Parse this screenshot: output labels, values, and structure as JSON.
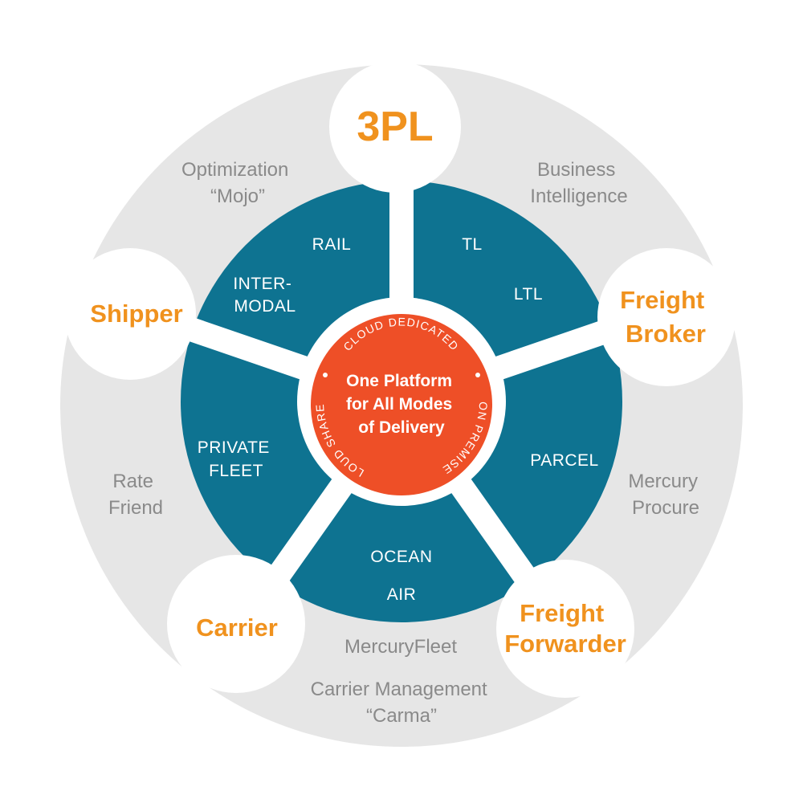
{
  "colors": {
    "outer_ring": "#E6E6E6",
    "segment": "#0E7391",
    "center": "#EE4F27",
    "node_label": "#F0921E",
    "product_text": "#8A8A8A",
    "white": "#FFFFFF"
  },
  "center": {
    "title_lines": [
      "One Platform",
      "for All Modes",
      "of Delivery"
    ],
    "ring_top": "CLOUD DEDICATED",
    "ring_right": "ON PREMISE",
    "ring_left": "CLOUD SHARED"
  },
  "nodes": {
    "threepl": {
      "lines": [
        "3PL"
      ]
    },
    "freight_broker": {
      "lines": [
        "Freight",
        "Broker"
      ]
    },
    "freight_forwarder": {
      "lines": [
        "Freight",
        "Forwarder"
      ]
    },
    "carrier": {
      "lines": [
        "Carrier"
      ]
    },
    "shipper": {
      "lines": [
        "Shipper"
      ]
    }
  },
  "modes": {
    "rail": "RAIL",
    "intermodal": [
      "INTER-",
      "MODAL"
    ],
    "tl": "TL",
    "ltl": "LTL",
    "parcel": "PARCEL",
    "ocean": "OCEAN",
    "air": "AIR",
    "private_fleet": [
      "PRIVATE",
      "FLEET"
    ]
  },
  "products": {
    "optimization": [
      "Optimization",
      "“Mojo”"
    ],
    "business_intelligence": [
      "Business",
      "Intelligence"
    ],
    "mercury_procure": [
      "Mercury",
      "Procure"
    ],
    "mercury_fleet": [
      "MercuryFleet"
    ],
    "carrier_management": [
      "Carrier Management",
      "“Carma”"
    ],
    "rate_friend": [
      "Rate",
      "Friend"
    ]
  }
}
